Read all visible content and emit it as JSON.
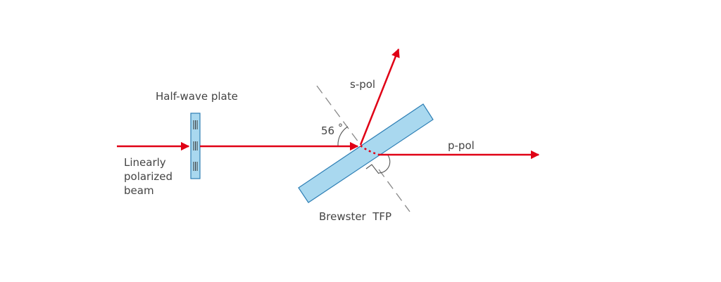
{
  "labels": {
    "half_wave_plate": "Half-wave plate",
    "linearly": "Linearly",
    "polarized": "polarized",
    "beam": "beam",
    "s_pol": "s-pol",
    "angle_value": "56",
    "degree": "°",
    "p_pol": "p-pol",
    "brewster_tfp": "Brewster  TFP"
  },
  "colors": {
    "beam": "#e00015",
    "component_fill": "#a9d8ef",
    "component_stroke": "#2e7fb5",
    "normal_line": "#888888",
    "text": "#444444"
  }
}
